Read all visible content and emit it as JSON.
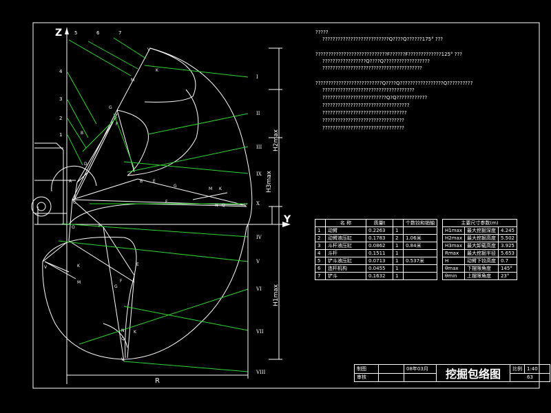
{
  "axes": {
    "z": "Z",
    "y": "Y",
    "r": "R",
    "h1": "H1max",
    "h2": "H2max",
    "h3": "H3max"
  },
  "part_numbers": [
    "1",
    "2",
    "3",
    "4",
    "5",
    "6",
    "7"
  ],
  "roman_labels": [
    "I",
    "II",
    "III",
    "IX",
    "X",
    "IV",
    "V",
    "VI",
    "VII",
    "VIII"
  ],
  "point_labels": [
    "V",
    "M",
    "K",
    "G",
    "F",
    "Q",
    "N",
    "D",
    "B",
    "A",
    "E",
    "C",
    "S",
    "O",
    "P"
  ],
  "notes": {
    "line1": "?????",
    "line2": "??????????????????????????Q????Q??????175° ???",
    "line3": "????????????????????????????F??????F?????????????125° ???",
    "line4": "?????????????????Q????Q??????????????????",
    "line5": "???????????????????????????????????????",
    "line6": "??????????????????????????Q????Q?????????????????Q??????????",
    "line7": "????????????????????????????????????",
    "line8": "?????????????????????????Q?Q????????????",
    "line9": "??????????????????????????????????",
    "line10": "?????????????????????????????????",
    "line11": "????????????????????????????????",
    "line12": "????????????????????????????????"
  },
  "parts_table": {
    "headers": [
      "名  称",
      "质量t",
      "个数铰和销轴"
    ],
    "rows": [
      {
        "no": "1",
        "name": "动臂",
        "mass": "0.2263",
        "count": "1",
        "pin": ""
      },
      {
        "no": "2",
        "name": "动臂液压缸",
        "mass": "0.1783",
        "count": "2",
        "pin": "1.06米"
      },
      {
        "no": "3",
        "name": "斗杆液压缸",
        "mass": "0.0862",
        "count": "1",
        "pin": "0.84米"
      },
      {
        "no": "4",
        "name": "斗杆",
        "mass": "0.1511",
        "count": "1",
        "pin": ""
      },
      {
        "no": "5",
        "name": "铲斗液压缸",
        "mass": "0.0713",
        "count": "1",
        "pin": "0.537米"
      },
      {
        "no": "6",
        "name": "连杆机构",
        "mass": "0.0455",
        "count": "1",
        "pin": ""
      },
      {
        "no": "7",
        "name": "铲斗",
        "mass": "0.1632",
        "count": "1",
        "pin": ""
      }
    ]
  },
  "dims_table": {
    "header": "主要尺寸参数(m)",
    "rows": [
      {
        "sym": "H1max",
        "desc": "最大挖掘深度",
        "val": "4.245"
      },
      {
        "sym": "H2max",
        "desc": "最大挖掘高度",
        "val": "5.502"
      },
      {
        "sym": "H3max",
        "desc": "最大卸载高度",
        "val": "3.925"
      },
      {
        "sym": "Rmax",
        "desc": "最大挖掘半径",
        "val": "5.653"
      },
      {
        "sym": "H",
        "desc": "动臂下铰高度",
        "val": "0.7"
      },
      {
        "sym": "θmax",
        "desc": "下摆限角度",
        "val": "145°"
      },
      {
        "sym": "θmin",
        "desc": "上摆限角度",
        "val": "23°"
      }
    ]
  },
  "title_block": {
    "draw_label": "制图",
    "date": "08年03月",
    "check_label": "审核",
    "title": "挖掘包络图",
    "scale_label": "比例",
    "scale": "1:40",
    "sheet": "63"
  },
  "colors": {
    "line": "#ffffff",
    "green": "#2ed82e",
    "black": "#000000"
  }
}
